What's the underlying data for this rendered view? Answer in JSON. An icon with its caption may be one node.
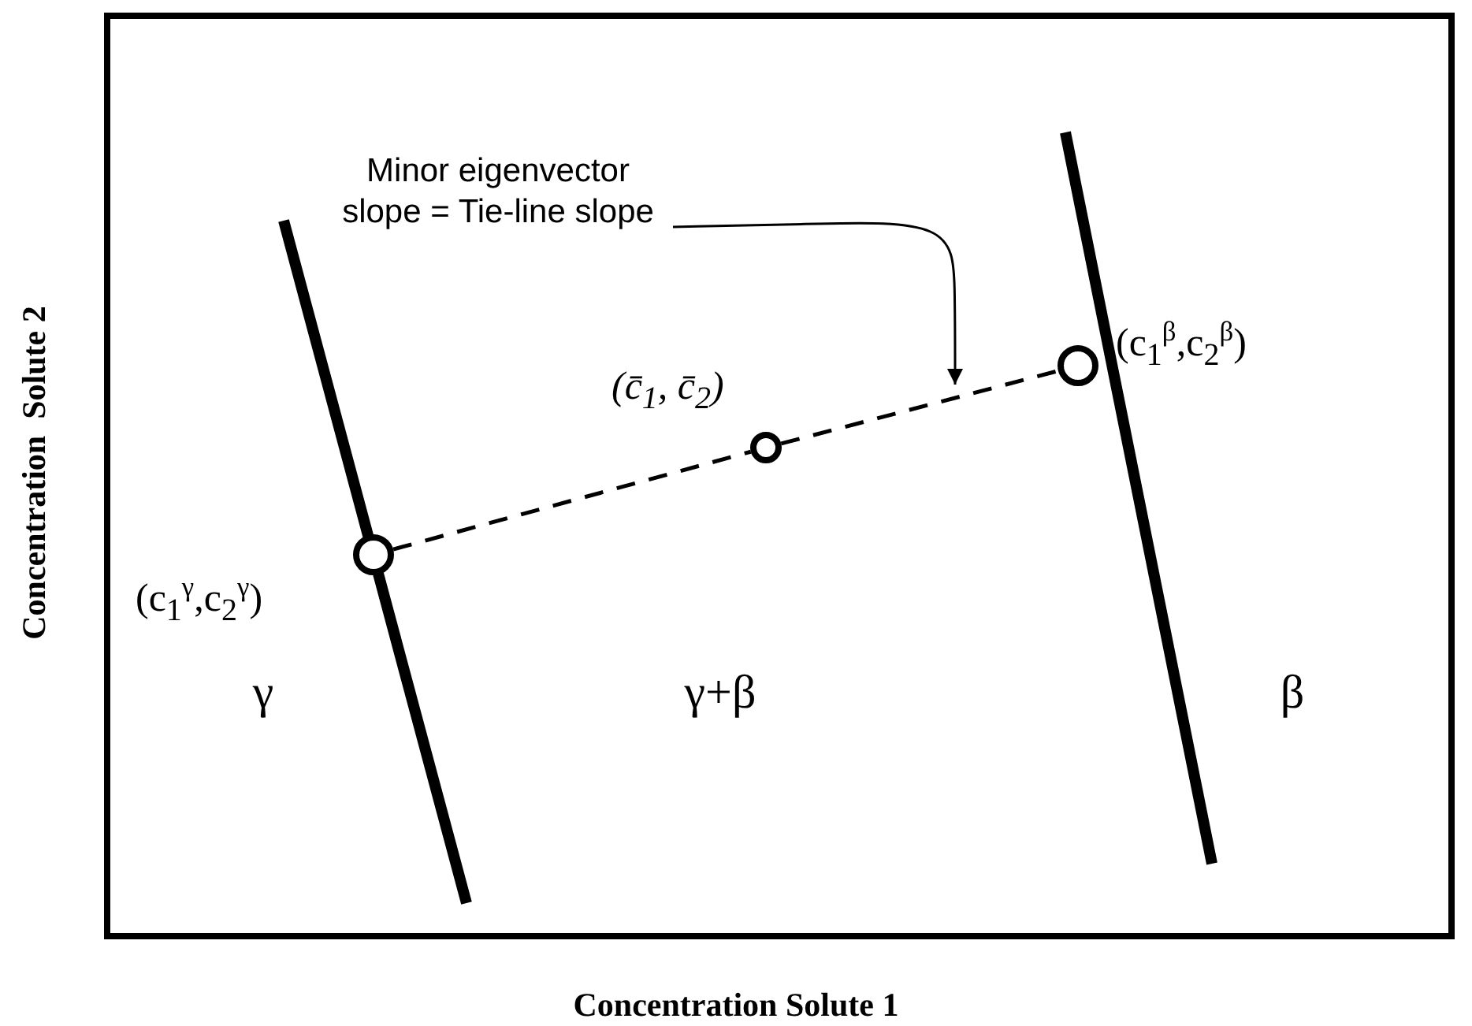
{
  "diagram": {
    "nodes": [
      {
        "text": [],
        "shape": "circle",
        "beside": [
          "(c$_{1}$$^{γ}$,c$_{2}$$^{γ}$)"
        ]
      },
      {
        "text": [],
        "shape": "circle",
        "beside": [
          "(c̄$_{1}$, c̄$_{2}$)"
        ]
      },
      {
        "text": [],
        "shape": "circle",
        "beside": [
          "(c$_{1}$$^{β}$,c$_{2}$$^{β}$)"
        ]
      },
      {
        "text": [
          "Minor eigenvector slope = Tie-line slope"
        ]
      }
    ],
    "edges": [
      {
        "from": 0,
        "to": 1,
        "arrow": "none",
        "style": "dashed"
      },
      {
        "from": 1,
        "to": 2,
        "arrow": "none",
        "style": "dashed"
      },
      {
        "from": 3,
        "to": null,
        "arrow": "to"
      }
    ],
    "labels": [
      "Concentration  Solute 2",
      "γ",
      "γ+β",
      "β",
      "Concentration Solute 1"
    ]
  }
}
